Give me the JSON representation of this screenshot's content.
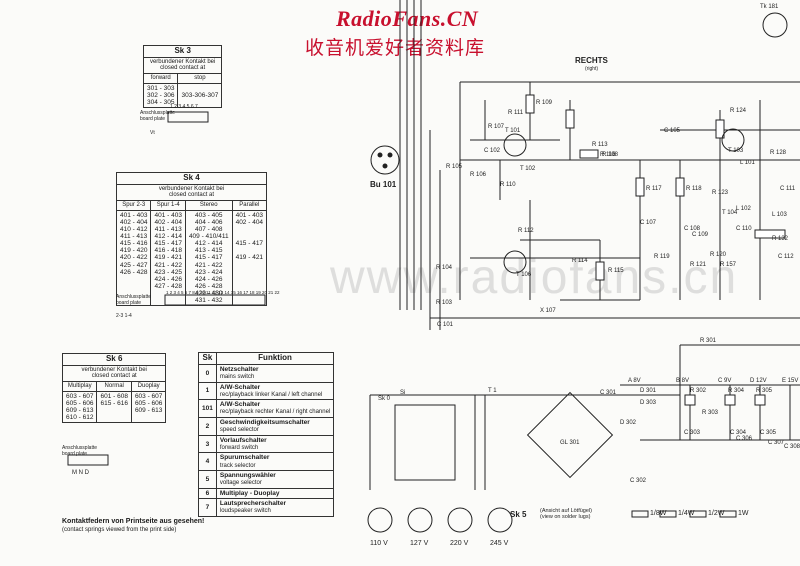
{
  "brand": {
    "title": "RadioFans.CN",
    "subtitle": "收音机爱好者资料库",
    "watermark": "www.radiofans.cn"
  },
  "sk3": {
    "title": "Sk 3",
    "subtitle": "verbundener Kontakt bei",
    "subtitle2": "closed contact at",
    "col1": "forward",
    "col2": "stop",
    "cells1": "301 - 303\n302 - 306\n304 - 305",
    "cells2": "303-306-307",
    "pin_label": "Anschlussplatte\nboard plate",
    "pin_numbers": "1 2 3 4 5 6 7",
    "pin_corner": "Vt"
  },
  "sk4": {
    "title": "Sk 4",
    "subtitle": "verbundener Kontakt bei",
    "subtitle2": "closed contact at",
    "headers": [
      "Spur 2-3",
      "Spur 1-4",
      "Stereo",
      "Parallel"
    ],
    "cols": [
      "401 - 403\n402 - 404\n410 - 412\n411 - 413\n415 - 416\n419 - 420\n420 - 422\n425 - 427\n426 - 428",
      "401 - 403\n402 - 404\n411 - 413\n412 - 414\n415 - 417\n416 - 418\n419 - 421\n421 - 422\n423 - 425\n424 - 426\n427 - 428",
      "403 - 405\n404 - 406\n407 - 408\n409 - 410/411\n412 - 414\n413 - 415\n415 - 417\n421 - 422\n423 - 424\n424 - 426\n426 - 428\n429 - 430\n431 - 432",
      "401 - 403\n402 - 404\n\n\n415 - 417\n\n419 - 421"
    ],
    "pin_label": "Anschlussplatte\nboard plate",
    "pin_range": "1 2 3 4 5 6 7 8 9 10 11 12 13 14 15 16 17 18 19 20 21 22",
    "pin_corner": "2-3  1-4"
  },
  "sk6": {
    "title": "Sk 6",
    "subtitle": "verbundener Kontakt bei",
    "subtitle2": "closed contact at",
    "headers": [
      "Multiplay",
      "Normal",
      "Duoplay"
    ],
    "cols": [
      "603 - 607\n605 - 606\n609 - 613\n610 - 612",
      "601 - 608\n615 - 616",
      "603 - 607\n605 - 606\n609 - 613"
    ],
    "pin_label": "Anschlussplatte\nboard plate",
    "pin_corner": "M  N  D"
  },
  "funktion": {
    "header_num": "Sk",
    "header_title": "Funktion",
    "rows": [
      {
        "num": "0",
        "name": "Netzschalter",
        "sub": "mains switch"
      },
      {
        "num": "1",
        "name": "A/W-Schalter",
        "sub": "rec/playback  linker Kanal / left channel"
      },
      {
        "num": "101",
        "name": "A/W-Schalter",
        "sub": "rec/playback  rechter Kanal / right channel"
      },
      {
        "num": "2",
        "name": "Geschwindigkeitsumschalter",
        "sub": "speed selector"
      },
      {
        "num": "3",
        "name": "Vorlaufschalter",
        "sub": "forward switch"
      },
      {
        "num": "4",
        "name": "Spurumschalter",
        "sub": "track selector"
      },
      {
        "num": "5",
        "name": "Spannungswähler",
        "sub": "voltage selector"
      },
      {
        "num": "6",
        "name": "Multiplay - Duoplay",
        "sub": ""
      },
      {
        "num": "7",
        "name": "Lautsprecherschalter",
        "sub": "loudspeaker switch"
      }
    ]
  },
  "notes": {
    "contacts": "Kontaktfedern von Printseite aus gesehen!",
    "contacts_en": "(contact springs viewed from the print side)",
    "sk5": "Sk 5",
    "sk5_note": "(Ansicht auf Lötfügel)\n(view on solder lugs)",
    "resistor_legend": [
      "1/8W",
      "1/4W",
      "1/2W",
      "1W"
    ]
  },
  "schematic": {
    "rechts": "RECHTS",
    "rechts_sub": "(right)",
    "bu": "Bu 101",
    "labels": [
      "R 109",
      "T 101",
      "R 107",
      "C 102",
      "R 106",
      "R 105",
      "T 102",
      "R 110",
      "R 113",
      "R 116",
      "C 105",
      "R 124",
      "T 103",
      "R 128",
      "L 101",
      "R 117",
      "R 118",
      "C 107",
      "R 119",
      "T 104",
      "C 108",
      "R 120",
      "C 109",
      "R 123",
      "C 110",
      "L 102",
      "C 111",
      "L 103",
      "R 132",
      "C 112",
      "R 112",
      "T 106",
      "R 104",
      "R 103",
      "C 101",
      "R 114",
      "R 115",
      "R 121",
      "R 157",
      "X 107",
      "R 108",
      "R 111",
      "Tk 181"
    ],
    "power_labels": [
      "T 1",
      "Sk 0",
      "Si",
      "C 301",
      "GL 301",
      "D 301",
      "D 302",
      "C 302",
      "R 301",
      "R 302",
      "C 303",
      "D 303",
      "R 303",
      "C 304",
      "R 304",
      "C 305",
      "R 305",
      "C 306",
      "C 307",
      "C 308"
    ],
    "rail_labels": [
      "A 8V",
      "B 8V",
      "C 9V",
      "D 12V",
      "E 15V"
    ],
    "voltages": [
      "110 V",
      "127 V",
      "220 V",
      "245 V"
    ],
    "plus": "+"
  }
}
